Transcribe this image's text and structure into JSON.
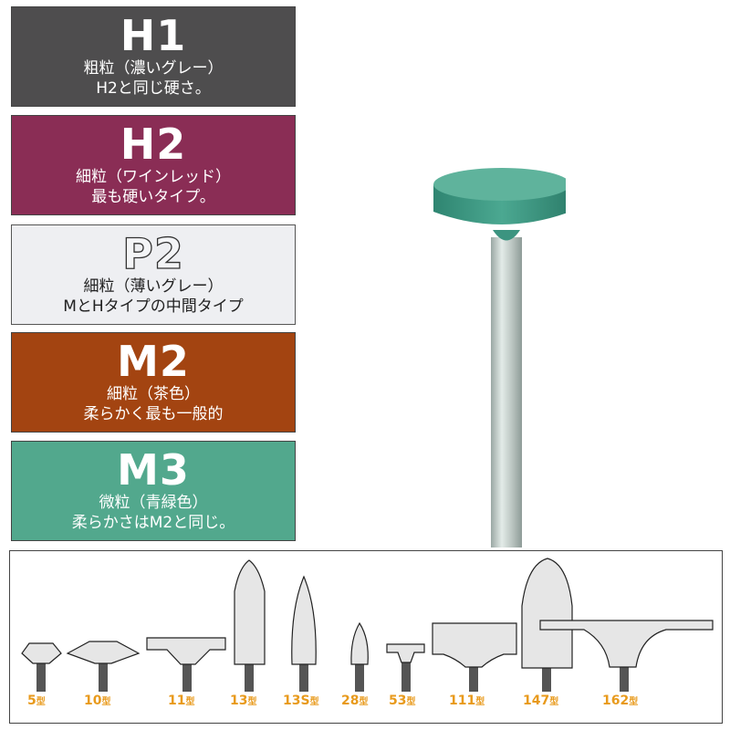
{
  "grades": [
    {
      "code": "H1",
      "line1": "粗粒（濃いグレー）",
      "line2": "H2と同じ硬さ。",
      "color": "#4e4d4e"
    },
    {
      "code": "H2",
      "line1": "細粒（ワインレッド）",
      "line2": "最も硬いタイプ。",
      "color": "#8a2d55"
    },
    {
      "code": "P2",
      "line1": "細粒（薄いグレー）",
      "line2": "MとHタイプの中間タイプ",
      "color": "#eeeff2"
    },
    {
      "code": "M2",
      "line1": "細粒（茶色）",
      "line2": "柔らかく最も一般的",
      "color": "#a34411"
    },
    {
      "code": "M3",
      "line1": "微粒（青緑色）",
      "line2": "柔らかさはM2と同じ。",
      "color": "#52a88d"
    }
  ],
  "product": {
    "head_color": "#3f9a84",
    "shaft_color": "#bfc9c6"
  },
  "shapes": {
    "suffix": "型",
    "label_color": "#e89a1c",
    "items": [
      {
        "number": "5"
      },
      {
        "number": "10"
      },
      {
        "number": "11"
      },
      {
        "number": "13"
      },
      {
        "number": "13S"
      },
      {
        "number": "28"
      },
      {
        "number": "53"
      },
      {
        "number": "111"
      },
      {
        "number": "147"
      },
      {
        "number": "162"
      }
    ]
  }
}
